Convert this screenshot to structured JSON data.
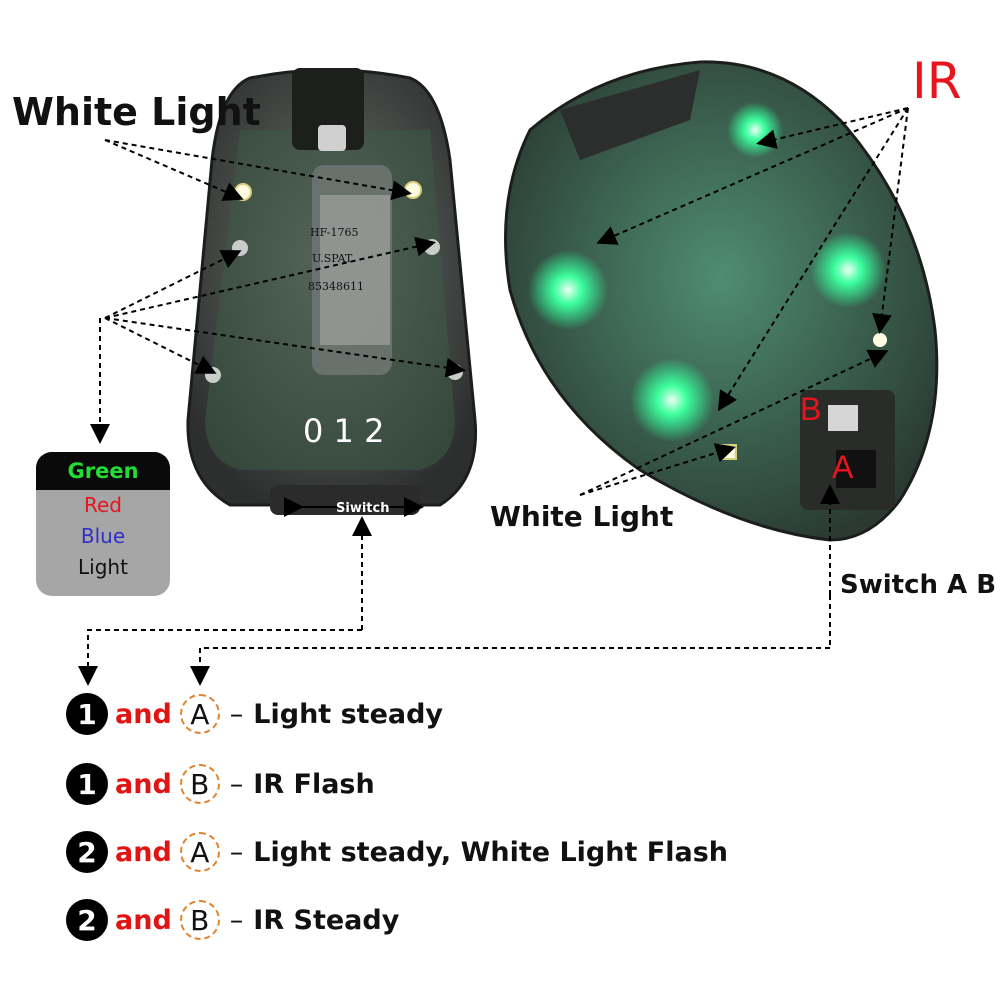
{
  "labels": {
    "white_light_top": "White Light",
    "ir": "IR",
    "white_light_bottom": "White Light",
    "switch_ab": "Switch A B",
    "siwitch": "Siwitch",
    "modes": "0 1 2",
    "device_text": [
      "HF-1765",
      "U.SPAT",
      "85348611"
    ],
    "b_marker": "B",
    "a_marker": "A"
  },
  "legend": {
    "items": [
      {
        "text": "Green",
        "color": "#22dd33"
      },
      {
        "text": "Red",
        "color": "#e8141e"
      },
      {
        "text": "Blue",
        "color": "#3030c8"
      },
      {
        "text": "Light",
        "color": "#111111"
      }
    ]
  },
  "modes": [
    {
      "number": "1",
      "and": "and",
      "letter": "A",
      "separator": "–",
      "description": "Light steady"
    },
    {
      "number": "1",
      "and": "and",
      "letter": "B",
      "separator": "–",
      "description": "IR Flash"
    },
    {
      "number": "2",
      "and": "and",
      "letter": "A",
      "separator": "–",
      "description": "Light steady, White Light Flash"
    },
    {
      "number": "2",
      "and": "and",
      "letter": "B",
      "separator": "–",
      "description": "IR Steady"
    }
  ],
  "colors": {
    "ir": "#e8141e",
    "green_glow": "#2dff9a",
    "device_body": "#3f4340"
  }
}
